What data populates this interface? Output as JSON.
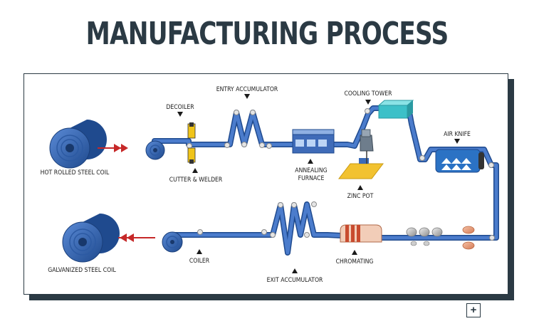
{
  "title": "MANUFACTURING PROCESS",
  "labels": {
    "hot_rolled_steel_coil": "HOT ROLLED STEEL COIL",
    "decoiler": "DECOILER",
    "cutter_welder": "CUTTER & WELDER",
    "entry_accumulator": "ENTRY ACCUMULATOR",
    "annealing_line1": "ANNEALING",
    "annealing_line2": "FURNACE",
    "cooling_tower": "COOLING TOWER",
    "zinc_pot": "ZINC POT",
    "air_knife": "AIR KNIFE",
    "chromating": "CHROMATING",
    "exit_accumulator": "EXIT ACCUMULATOR",
    "coiler": "COILER",
    "galvanized_steel_coil": "GALVANIZED STEEL COIL"
  },
  "expand_label": "+",
  "colors": {
    "title": "#2b3a44",
    "strip": "#3b67b4",
    "strip_dark": "#1f4a8e",
    "arrow_red": "#c62828",
    "zinc_pot": "#f2c230",
    "cooling_tower": "#3cc0c8",
    "chromating": "#e8a583"
  },
  "icons": [
    "steel-coil-icon",
    "arrow-right-icon",
    "arrow-left-icon",
    "roller-icon",
    "pointer-triangle-icon",
    "expand-icon"
  ]
}
